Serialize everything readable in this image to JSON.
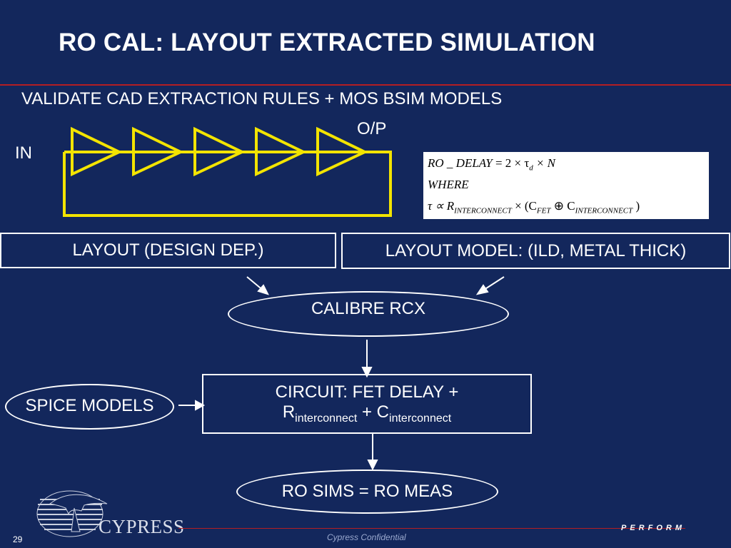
{
  "slide": {
    "title": "RO CAL:  LAYOUT EXTRACTED SIMULATION",
    "subtitle": "VALIDATE CAD EXTRACTION RULES + MOS BSIM MODELS",
    "page_number": "29",
    "confidential": "Cypress Confidential",
    "brand": "CYPRESS",
    "tagline": "PERFORM"
  },
  "ring_oscillator": {
    "input_label": "IN",
    "output_label": "O/P",
    "stage_count": 5,
    "color": "#f3e400"
  },
  "formula": {
    "line1_prefix": "RO _ DELAY",
    "line1_eq": " = 2 × τ",
    "line1_sub": "d",
    "line1_suffix": " × N",
    "line2": "WHERE",
    "line3_a": "τ ∝ R",
    "line3_sub1": "INTERCONNECT",
    "line3_b": " × (C",
    "line3_sub2": "FET",
    "line3_c": " ⊕ C",
    "line3_sub3": "INTERCONNECT",
    "line3_d": " )"
  },
  "flow": {
    "layout_box": "LAYOUT (DESIGN DEP.)",
    "layout_model_box": "LAYOUT MODEL: (ILD, METAL THICK)",
    "calibre": "CALIBRE RCX",
    "circuit_line1": "CIRCUIT: FET DELAY +",
    "circuit_r": "R",
    "circuit_r_sub": "interconnect",
    "circuit_plus": " + C",
    "circuit_c_sub": "interconnect",
    "spice": "SPICE MODELS",
    "result": "RO SIMS = RO MEAS"
  },
  "colors": {
    "background": "#13275c",
    "accent_red": "#b41e23",
    "ring_yellow": "#f3e400"
  }
}
